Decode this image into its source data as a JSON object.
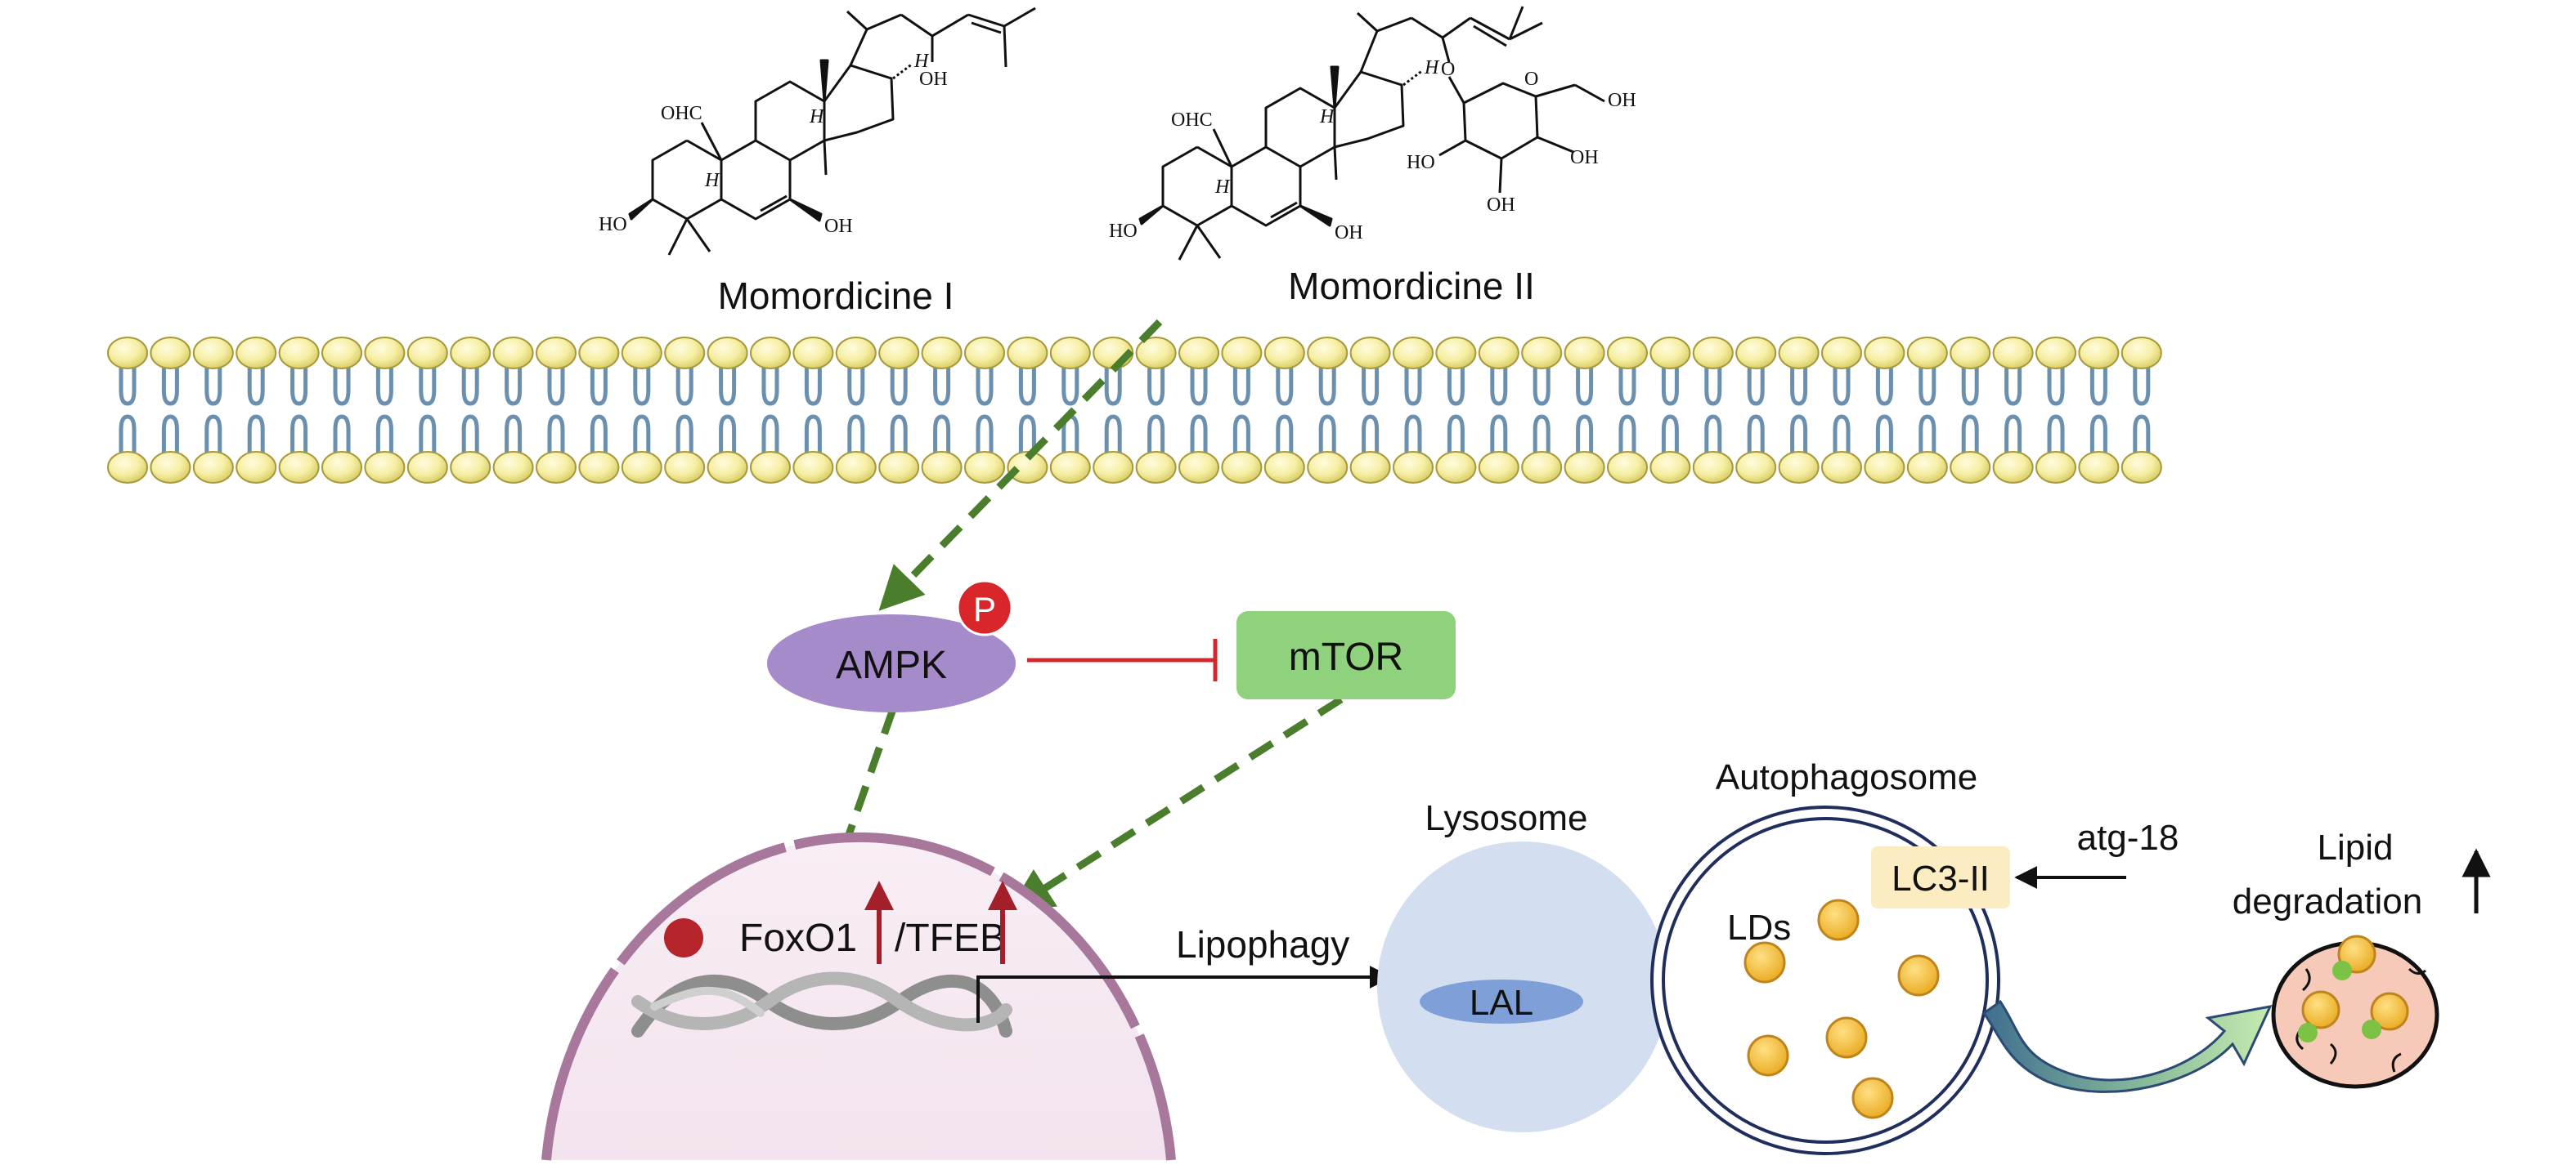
{
  "compounds": {
    "momordicine_1": {
      "name": "Momordicine I",
      "labels": {
        "ohc": "OHC",
        "h1": "H",
        "h2": "H",
        "h3": "H",
        "ho": "HO",
        "oh1": "OH",
        "oh_chain": "OH"
      }
    },
    "momordicine_2": {
      "name": "Momordicine II",
      "labels": {
        "ohc": "OHC",
        "h1": "H",
        "h2": "H",
        "h3": "H",
        "ho": "HO",
        "oh1": "OH",
        "o1": "O",
        "o2": "O",
        "ho_sugar": "HO",
        "oh_s1": "OH",
        "oh_s2": "OH",
        "oh_s3": "OH"
      }
    }
  },
  "membrane": {
    "label": ""
  },
  "pathway": {
    "ampk": "AMPK",
    "phospho": "P",
    "mtor": "mTOR",
    "foxo1": "FoxO1",
    "tfeb": "/TFEB",
    "lipophagy": "Lipophagy"
  },
  "organelles": {
    "lysosome": "Lysosome",
    "lal": "LAL",
    "autophagosome": "Autophagosome",
    "lds": "LDs",
    "lc3": "LC3-II",
    "atg18": "atg-18",
    "lipid_line1": "Lipid",
    "lipid_line2": "degradation"
  },
  "colors": {
    "ampk": "#a58bc9",
    "mtor": "#8fd17c",
    "phospho": "#d9262b",
    "green_arrow": "#4a7d2c",
    "inhibit": "#d0282e",
    "up_arrow": "#a3202a",
    "nucleus_fill": "#f5e9f1",
    "nucleus_border": "#a8789c",
    "lysosome": "#d3dff0",
    "lal": "#7f9fd9",
    "lipid_droplet": "#f2c141",
    "lc3": "#fbecc2",
    "membrane_head": "#f6eea2",
    "membrane_tail": "#6b8faf"
  }
}
